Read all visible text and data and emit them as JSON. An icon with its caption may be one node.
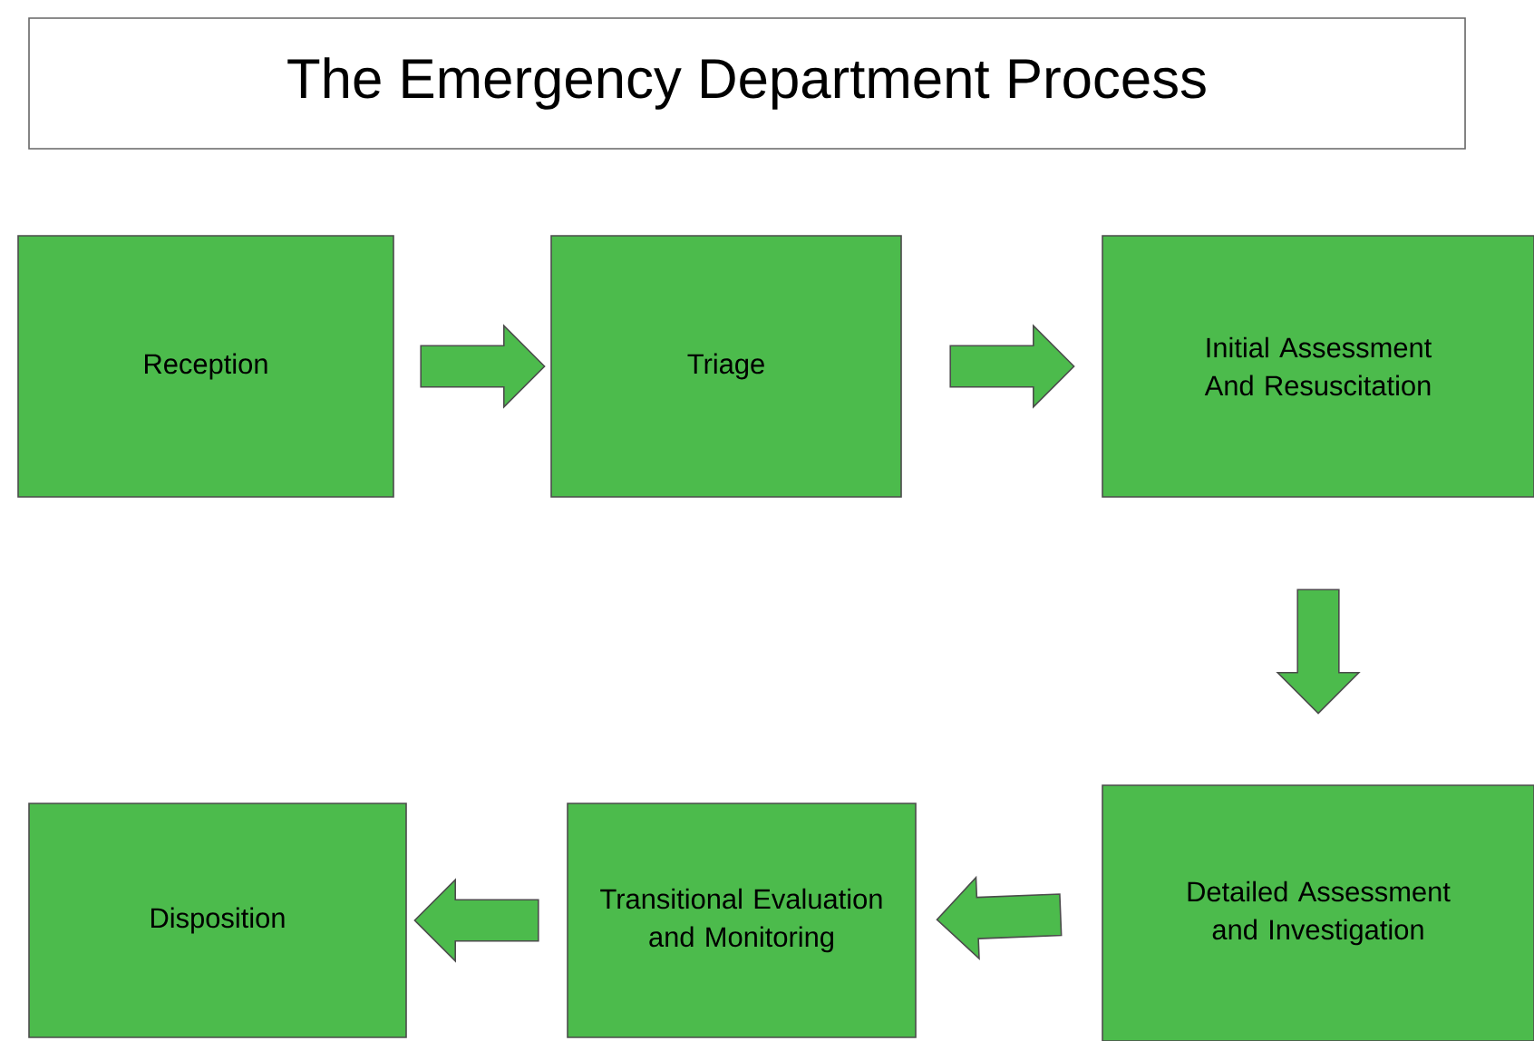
{
  "diagram": {
    "title": "The Emergency Department Process",
    "nodes": [
      {
        "text": [
          "Reception"
        ]
      },
      {
        "text": [
          "Triage"
        ]
      },
      {
        "text": [
          "Initial Assessment And Resuscitation"
        ]
      },
      {
        "text": [
          "Detailed Assessment and Investigation"
        ]
      },
      {
        "text": [
          "Transitional Evaluation and Monitoring"
        ]
      },
      {
        "text": [
          "Disposition"
        ]
      }
    ],
    "edges": [
      {
        "from": 0,
        "to": 1,
        "arrow": "to"
      },
      {
        "from": 1,
        "to": 2,
        "arrow": "to"
      },
      {
        "from": 2,
        "to": 3,
        "arrow": "to"
      },
      {
        "from": 3,
        "to": 4,
        "arrow": "to"
      },
      {
        "from": 4,
        "to": 5,
        "arrow": "to"
      }
    ]
  }
}
